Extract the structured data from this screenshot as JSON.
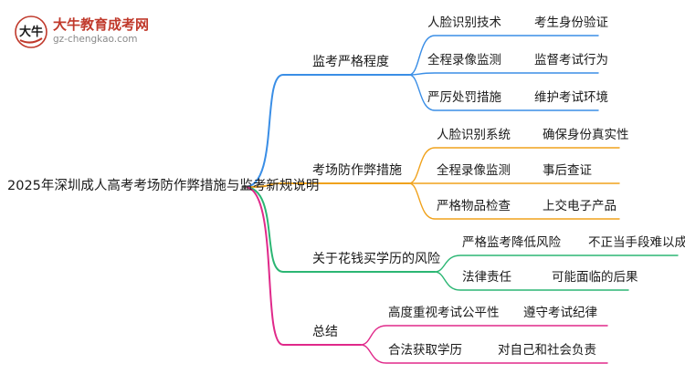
{
  "logo": {
    "mark_text": "大牛",
    "title": "大牛教育成考网",
    "url": "gz-chengkao.com"
  },
  "root": {
    "label": "2025年深圳成人高考考场防作弊措施与监考新规说明"
  },
  "branches": [
    {
      "label": "监考严格程度",
      "color": "#3a8ee6",
      "children": [
        {
          "label": "人脸识别技术",
          "leaf": "考生身份验证"
        },
        {
          "label": "全程录像监测",
          "leaf": "监督考试行为"
        },
        {
          "label": "严厉处罚措施",
          "leaf": "维护考试环境"
        }
      ]
    },
    {
      "label": "考场防作弊措施",
      "color": "#f0a21c",
      "children": [
        {
          "label": "人脸识别系统",
          "leaf": "确保身份真实性"
        },
        {
          "label": "全程录像监测",
          "leaf": "事后查证"
        },
        {
          "label": "严格物品检查",
          "leaf": "上交电子产品"
        }
      ]
    },
    {
      "label": "关于花钱买学历的风险",
      "color": "#2bb673",
      "children": [
        {
          "label": "严格监考降低风险",
          "leaf": "不正当手段难以成功"
        },
        {
          "label": "法律责任",
          "leaf": "可能面临的后果"
        }
      ]
    },
    {
      "label": "总结",
      "color": "#e0298a",
      "children": [
        {
          "label": "高度重视考试公平性",
          "leaf": "遵守考试纪律"
        },
        {
          "label": "合法获取学历",
          "leaf": "对自己和社会负责"
        }
      ]
    }
  ]
}
